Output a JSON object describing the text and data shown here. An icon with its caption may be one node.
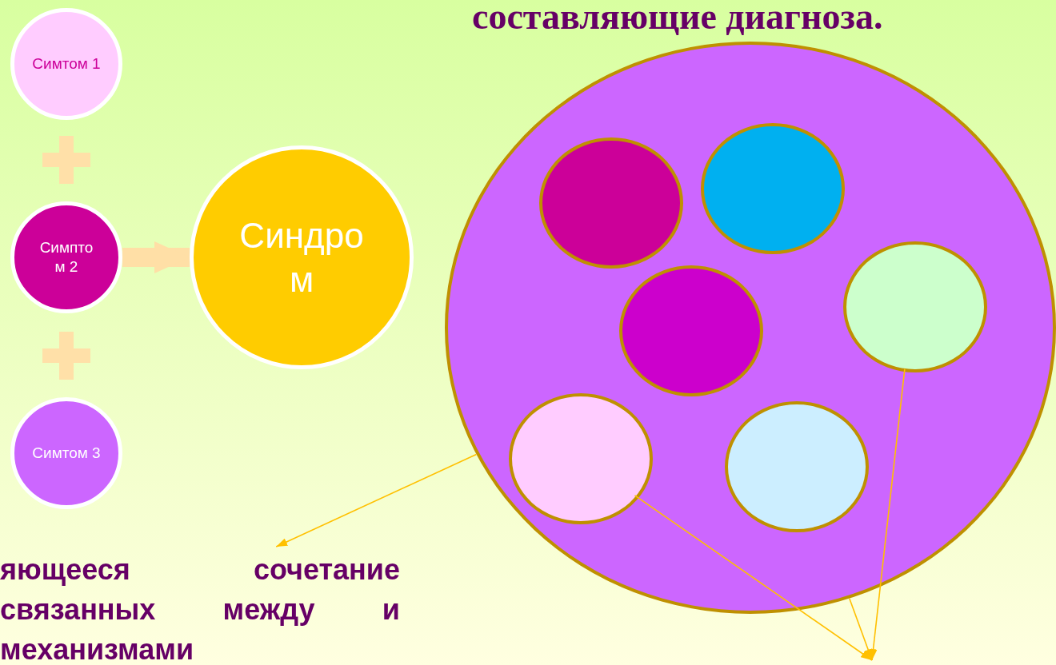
{
  "diagram": {
    "title": "составляющие диагноза.",
    "nodes": [
      {
        "text": [
          "Симтом 1"
        ]
      },
      {
        "text": [
          "Симпто м 2"
        ]
      },
      {
        "text": [
          "Симтом 3"
        ]
      },
      {
        "text": [
          "Синдро м"
        ]
      },
      {
        "text": [],
        "shape": "circle"
      },
      {
        "text": [],
        "shape": "circle",
        "in": 4
      },
      {
        "text": [],
        "shape": "circle",
        "in": 4
      },
      {
        "text": [],
        "shape": "circle",
        "in": 4
      },
      {
        "text": [],
        "shape": "circle",
        "in": 4
      },
      {
        "text": [],
        "shape": "circle",
        "in": 4
      },
      {
        "text": [],
        "shape": "circle",
        "in": 4
      },
      {
        "text": [
          "яющееся сочетание связанных между и механизмами"
        ]
      }
    ],
    "edges": [
      {
        "from": 1,
        "to": 3,
        "arrow": "to",
        "style": "thick",
        "color": "#ffdfa6"
      },
      {
        "from": 4,
        "to": 11,
        "arrow": "to"
      },
      {
        "from": 9,
        "to": null,
        "arrow": "to"
      },
      {
        "from": 4,
        "to": null,
        "arrow": "to"
      },
      {
        "from": 8,
        "to": null,
        "arrow": "to"
      }
    ]
  }
}
